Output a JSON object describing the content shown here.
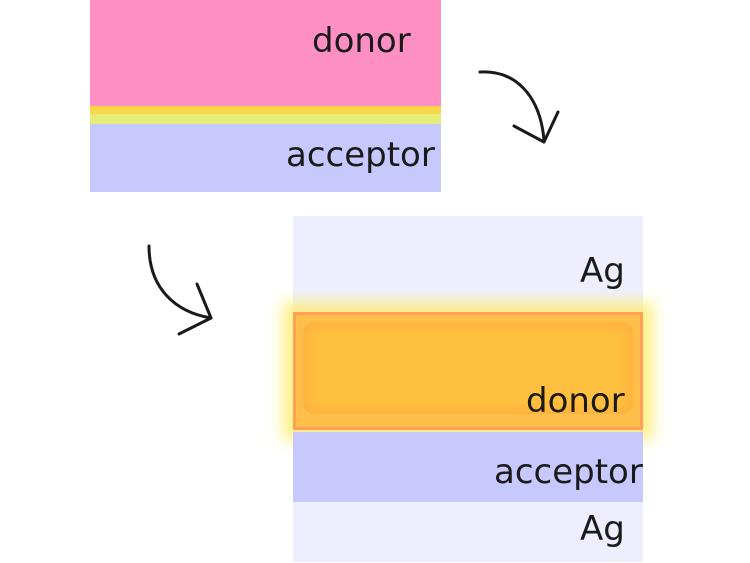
{
  "top_stack": {
    "donor_label": "donor",
    "acceptor_label": "acceptor"
  },
  "bottom_stack": {
    "ag_top_label": "Ag",
    "donor_label": "donor",
    "acceptor_label": "acceptor",
    "ag_bottom_label": "Ag"
  },
  "colors": {
    "donor_pink": "#fe8fc3",
    "interface_yellow": "#f9d64a",
    "acceptor_lavender": "#c7c8fd",
    "ag_background": "#eeeffe",
    "donor_orange": "#ffbf3f",
    "glow_yellow": "#ffec5a",
    "arrow": "#1a1a1a"
  },
  "icons": [
    "curved-arrow-icon",
    "curved-arrow-icon"
  ]
}
